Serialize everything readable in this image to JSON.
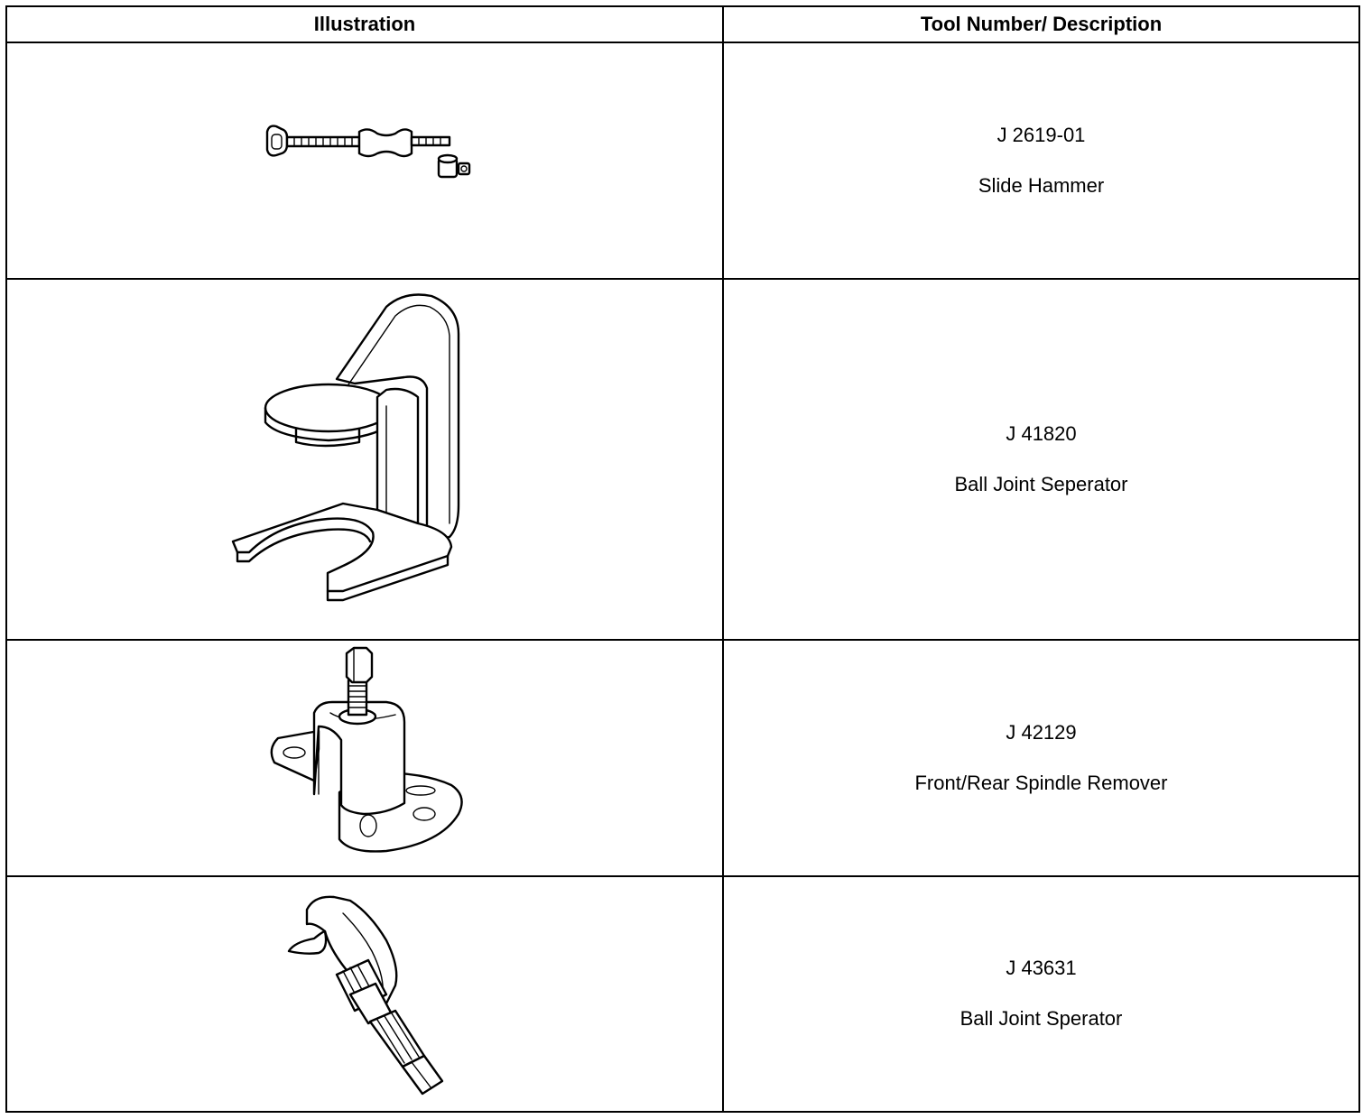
{
  "header": {
    "illustration": "Illustration",
    "tool": "Tool Number/ Description"
  },
  "tools": [
    {
      "number": "J 2619-01",
      "description": "Slide Hammer",
      "icon": "slide-hammer-icon"
    },
    {
      "number": "J 41820",
      "description": "Ball Joint Seperator",
      "icon": "ball-joint-separator-icon"
    },
    {
      "number": "J 42129",
      "description": "Front/Rear Spindle Remover",
      "icon": "spindle-remover-icon"
    },
    {
      "number": "J 43631",
      "description": "Ball Joint Sperator",
      "icon": "ball-joint-sperator-icon"
    }
  ]
}
